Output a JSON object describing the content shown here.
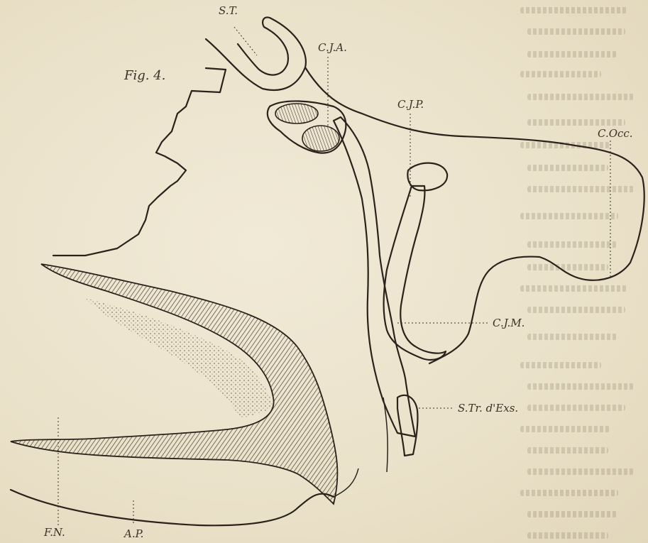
{
  "figure": {
    "title": "Fig. 4.",
    "labels": {
      "st": "S.T.",
      "cja": "C.J.A.",
      "cjp": "C.J.P.",
      "cocc": "C.Occ.",
      "cjm": "C.J.M.",
      "str_dexs": "S.Tr. d'Exs.",
      "fn": "F.N.",
      "ap": "A.P."
    }
  },
  "colors": {
    "paper": "#ece4cf",
    "ink": "#2a221b",
    "hatch": "#4a3d30"
  }
}
